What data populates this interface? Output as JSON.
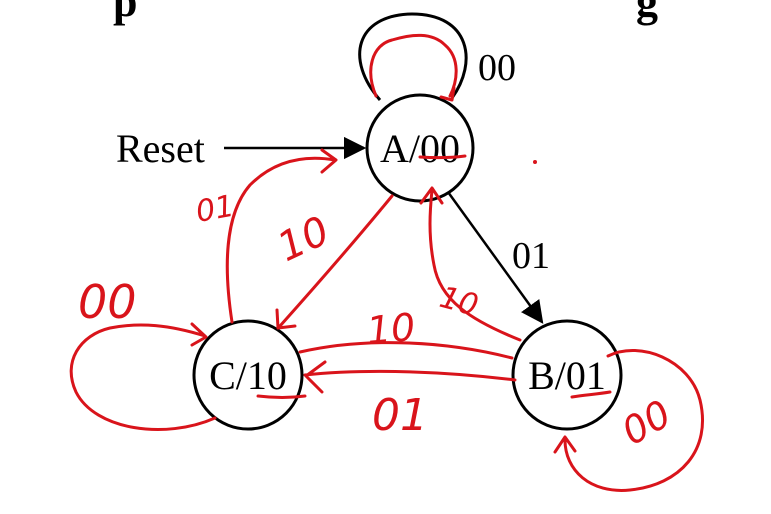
{
  "title_fragment_left": "p",
  "title_fragment_right": "g",
  "reset_label": "Reset",
  "states": {
    "A": {
      "label": "A/00"
    },
    "B": {
      "label": "B/01"
    },
    "C": {
      "label": "C/10"
    }
  },
  "printed_transitions": [
    {
      "from": "A",
      "to": "A",
      "label": "00"
    },
    {
      "from": "A",
      "to": "B",
      "label": "01"
    }
  ],
  "handwritten_transitions": [
    {
      "from": "A",
      "to": "C",
      "label": "10"
    },
    {
      "from": "C",
      "to": "A",
      "label": "01"
    },
    {
      "from": "C",
      "to": "C",
      "label": "00"
    },
    {
      "from": "C",
      "to": "B",
      "label": "10"
    },
    {
      "from": "B",
      "to": "C",
      "label": "01"
    },
    {
      "from": "B",
      "to": "A",
      "label": "10"
    },
    {
      "from": "B",
      "to": "B",
      "label": "00"
    }
  ],
  "colors": {
    "printed": "#000000",
    "handwriting": "#d9141b",
    "background": "#ffffff"
  }
}
